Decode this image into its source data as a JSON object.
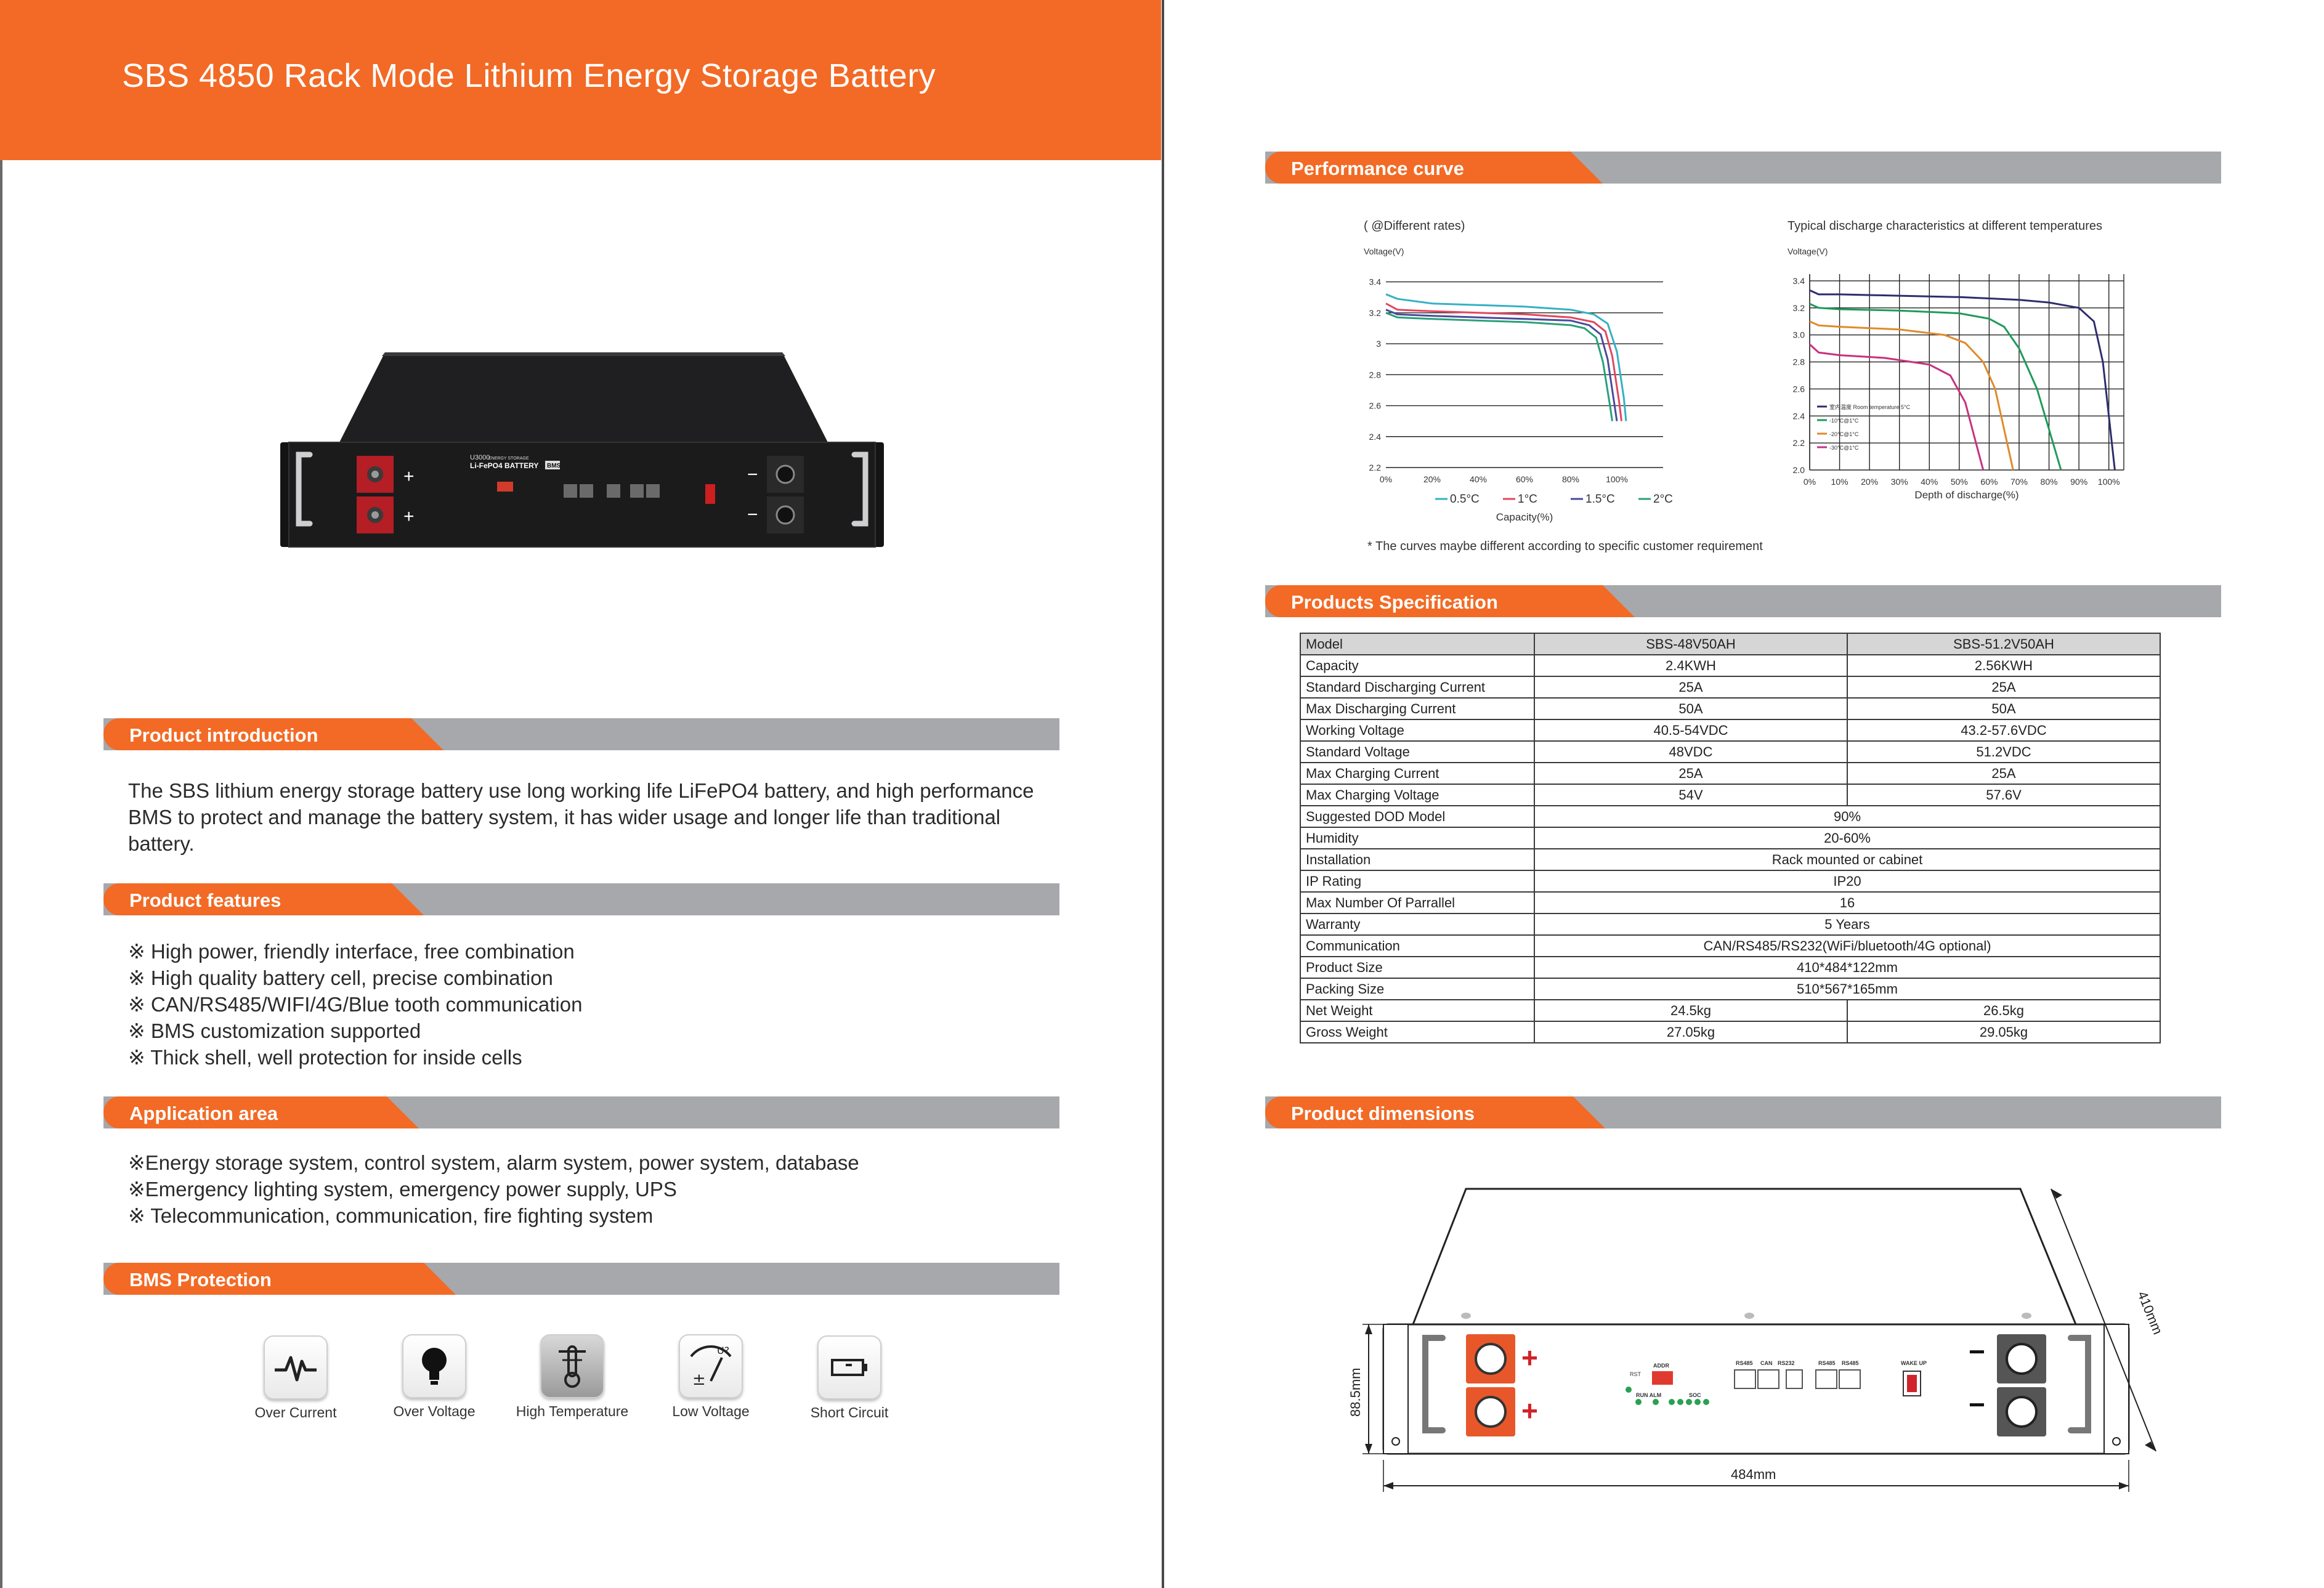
{
  "title": "SBS 4850 Rack Mode Lithium Energy Storage Battery",
  "product_photo": {
    "model_text": "U3000",
    "brand_line": "ENERGY STORAGE",
    "name_line": "Li-FePO4 BATTERY",
    "bms_badge": "BMS",
    "plus": "+",
    "minus": "−"
  },
  "sections": {
    "intro": {
      "heading": "Product introduction",
      "lines": [
        "The SBS lithium energy storage battery use long working life LiFePO4 battery, and high performance",
        "BMS to protect and manage the battery system, it has wider usage and longer life than traditional",
        "battery."
      ]
    },
    "features": {
      "heading": "Product features",
      "lines": [
        "※ High power, friendly interface, free combination",
        "※ High quality battery cell, precise combination",
        "※ CAN/RS485/WIFI/4G/Blue tooth communication",
        "※ BMS customization supported",
        "※ Thick shell, well protection for inside cells"
      ]
    },
    "application": {
      "heading": "Application area",
      "lines": [
        "※Energy storage system, control system, alarm system, power system, database",
        "※Emergency lighting system, emergency power supply, UPS",
        "※ Telecommunication, communication, fire fighting system"
      ]
    },
    "bms": {
      "heading": "BMS Protection",
      "items": [
        {
          "label": "Over Current",
          "icon": "pulse-icon"
        },
        {
          "label": "Over Voltage",
          "icon": "lightbulb-icon"
        },
        {
          "label": "High Temperature",
          "icon": "thermometer-icon"
        },
        {
          "label": "Low Voltage",
          "icon": "voltmeter-icon"
        },
        {
          "label": "Short Circuit",
          "icon": "battery-icon"
        }
      ]
    },
    "performance": {
      "heading": "Performance curve"
    },
    "specification": {
      "heading": "Products Specification"
    },
    "dimensions": {
      "heading": "Product dimensions"
    }
  },
  "chart_data": [
    {
      "type": "line",
      "title": "( @Different rates)",
      "ylabel": "Voltage(V)",
      "xlabel": "Capacity(%)",
      "x_ticks": [
        "0%",
        "20%",
        "40%",
        "60%",
        "80%",
        "100%"
      ],
      "y_ticks": [
        "3.4",
        "3.2",
        "3",
        "2.8",
        "2.6",
        "2.4",
        "2.2"
      ],
      "xlim": [
        0,
        120
      ],
      "ylim": [
        2.2,
        3.45
      ],
      "grid": "horizontal",
      "legend": "bottom",
      "series": [
        {
          "name": "0.5°C",
          "color": "#35b0c4",
          "x": [
            0,
            5,
            20,
            40,
            60,
            80,
            90,
            96,
            100,
            103,
            104
          ],
          "y": [
            3.32,
            3.29,
            3.26,
            3.25,
            3.24,
            3.22,
            3.19,
            3.13,
            2.95,
            2.65,
            2.5
          ]
        },
        {
          "name": "1°C",
          "color": "#e0475f",
          "x": [
            0,
            5,
            20,
            40,
            60,
            80,
            90,
            95,
            98,
            101,
            102
          ],
          "y": [
            3.26,
            3.22,
            3.21,
            3.2,
            3.19,
            3.17,
            3.14,
            3.08,
            2.92,
            2.62,
            2.5
          ]
        },
        {
          "name": "1.5°C",
          "color": "#4a4a9a",
          "x": [
            0,
            5,
            20,
            40,
            60,
            80,
            88,
            93,
            96,
            99,
            100
          ],
          "y": [
            3.22,
            3.19,
            3.18,
            3.17,
            3.16,
            3.15,
            3.12,
            3.06,
            2.9,
            2.6,
            2.5
          ]
        },
        {
          "name": "2°C",
          "color": "#2aa07a",
          "x": [
            0,
            5,
            20,
            40,
            60,
            80,
            86,
            91,
            94,
            97,
            98
          ],
          "y": [
            3.2,
            3.17,
            3.16,
            3.15,
            3.14,
            3.12,
            3.1,
            3.04,
            2.88,
            2.6,
            2.5
          ]
        }
      ],
      "legend_labels": [
        "0.5°C",
        "1°C",
        "1.5°C",
        "2°C"
      ],
      "footnote": "* The curves maybe different according to specific customer requirement"
    },
    {
      "type": "line",
      "title": "Typical discharge characteristics at different temperatures",
      "ylabel": "Voltage(V)",
      "xlabel": "Depth of discharge(%)",
      "x_ticks": [
        "0%",
        "10%",
        "20%",
        "30%",
        "40%",
        "50%",
        "60%",
        "70%",
        "80%",
        "90%",
        "100%"
      ],
      "y_ticks": [
        "3.4",
        "3.2",
        "3.0",
        "2.8",
        "2.6",
        "2.4",
        "2.2",
        "2.0"
      ],
      "xlim": [
        0,
        105
      ],
      "ylim": [
        2.0,
        3.45
      ],
      "grid": "both",
      "legend": "inside-left",
      "series": [
        {
          "name": "室内温度 Room temperature 5°C",
          "color": "#2d2d6e",
          "x": [
            0,
            3,
            10,
            30,
            50,
            70,
            80,
            90,
            95,
            98,
            100,
            102
          ],
          "y": [
            3.33,
            3.3,
            3.3,
            3.29,
            3.28,
            3.26,
            3.24,
            3.2,
            3.1,
            2.8,
            2.4,
            2.0
          ]
        },
        {
          "name": "-10°C@1°C",
          "color": "#1f9a5c",
          "x": [
            0,
            3,
            10,
            30,
            50,
            60,
            65,
            70,
            76,
            80,
            84
          ],
          "y": [
            3.23,
            3.2,
            3.19,
            3.18,
            3.16,
            3.12,
            3.06,
            2.9,
            2.6,
            2.3,
            2.0
          ]
        },
        {
          "name": "-20°C@1°C",
          "color": "#e08a2a",
          "x": [
            0,
            3,
            10,
            30,
            45,
            52,
            58,
            62,
            65,
            68
          ],
          "y": [
            3.1,
            3.07,
            3.06,
            3.04,
            3.0,
            2.94,
            2.8,
            2.6,
            2.3,
            2.0
          ]
        },
        {
          "name": "-30°C@1°C",
          "color": "#c8307e",
          "x": [
            0,
            3,
            10,
            25,
            40,
            47,
            52,
            55,
            58
          ],
          "y": [
            2.93,
            2.87,
            2.85,
            2.83,
            2.78,
            2.7,
            2.5,
            2.25,
            2.0
          ]
        }
      ],
      "legend_labels": [
        "室内温度 Room temperature 5°C",
        "-10°C@1°C",
        "-20°C@1°C",
        "-30°C@1°C"
      ]
    }
  ],
  "spec_table": {
    "columns": [
      "Model",
      "SBS-48V50AH",
      "SBS-51.2V50AH"
    ],
    "rows": [
      {
        "label": "Capacity",
        "a": "2.4KWH",
        "b": "2.56KWH"
      },
      {
        "label": "Standard Discharging Current",
        "a": "25A",
        "b": "25A"
      },
      {
        "label": "Max Discharging Current",
        "a": "50A",
        "b": "50A"
      },
      {
        "label": "Working Voltage",
        "a": "40.5-54VDC",
        "b": "43.2-57.6VDC"
      },
      {
        "label": "Standard Voltage",
        "a": "48VDC",
        "b": "51.2VDC"
      },
      {
        "label": "Max Charging Current",
        "a": "25A",
        "b": "25A"
      },
      {
        "label": "Max Charging Voltage",
        "a": "54V",
        "b": "57.6V"
      },
      {
        "label": "Suggested DOD Model",
        "merged": "90%"
      },
      {
        "label": "Humidity",
        "merged": "20-60%"
      },
      {
        "label": "Installation",
        "merged": "Rack mounted or cabinet"
      },
      {
        "label": "IP Rating",
        "merged": "IP20"
      },
      {
        "label": "Max Number Of Parrallel",
        "merged": "16"
      },
      {
        "label": "Warranty",
        "merged": "5 Years"
      },
      {
        "label": "Communication",
        "merged": "CAN/RS485/RS232(WiFi/bluetooth/4G optional)"
      },
      {
        "label": "Product Size",
        "merged": "410*484*122mm"
      },
      {
        "label": "Packing Size",
        "merged": "510*567*165mm"
      },
      {
        "label": "Net Weight",
        "a": "24.5kg",
        "b": "26.5kg"
      },
      {
        "label": "Gross Weight",
        "a": "27.05kg",
        "b": "29.05kg"
      }
    ]
  },
  "dimensions": {
    "width": "484mm",
    "height": "88.5mm",
    "depth": "410mm",
    "labels": {
      "rst": "RST",
      "addr": "ADDR",
      "run_alm": "RUN ALM",
      "soc": "SOC",
      "rs485": "RS485",
      "can": "CAN",
      "rs232": "RS232",
      "wake_up": "WAKE UP",
      "plus": "+",
      "minus": "−"
    }
  },
  "colors": {
    "orange": "#f26a25",
    "grey_bar": "#a7a8ab",
    "text": "#2b2b2b"
  }
}
